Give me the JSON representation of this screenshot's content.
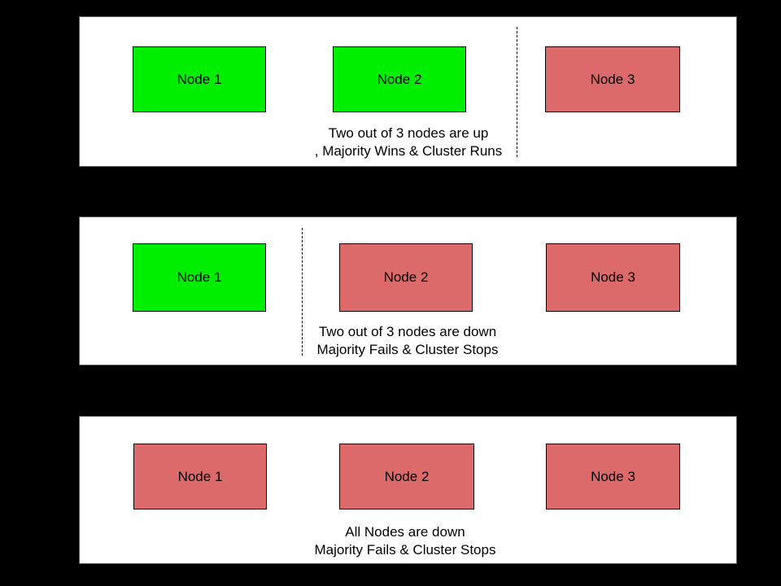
{
  "colors": {
    "node_up": "#00ef00",
    "node_down": "#dd6a6a",
    "panel_background": "#ffffff",
    "page_background": "#000000",
    "text": "#000000"
  },
  "panels": [
    {
      "name": "two-nodes-up",
      "nodes": [
        {
          "label": "Node 1",
          "state": "up",
          "color": "#00ef00"
        },
        {
          "label": "Node 2",
          "state": "up",
          "color": "#00ef00"
        },
        {
          "label": "Node 3",
          "state": "down",
          "color": "#dd6a6a"
        }
      ],
      "divider_between": "Node 2 and Node 3",
      "caption_line1": "Two out of 3 nodes are up",
      "caption_line2": ", Majority Wins & Cluster Runs"
    },
    {
      "name": "two-nodes-down",
      "nodes": [
        {
          "label": "Node 1",
          "state": "up",
          "color": "#00ef00"
        },
        {
          "label": "Node 2",
          "state": "down",
          "color": "#dd6a6a"
        },
        {
          "label": "Node 3",
          "state": "down",
          "color": "#dd6a6a"
        }
      ],
      "divider_between": "Node 1 and Node 2",
      "caption_line1": "Two out of 3 nodes are down",
      "caption_line2": "Majority Fails & Cluster Stops"
    },
    {
      "name": "all-nodes-down",
      "nodes": [
        {
          "label": "Node 1",
          "state": "down",
          "color": "#dd6a6a"
        },
        {
          "label": "Node 2",
          "state": "down",
          "color": "#dd6a6a"
        },
        {
          "label": "Node 3",
          "state": "down",
          "color": "#dd6a6a"
        }
      ],
      "divider_between": null,
      "caption_line1": "All Nodes are down",
      "caption_line2": "Majority Fails & Cluster Stops"
    }
  ]
}
